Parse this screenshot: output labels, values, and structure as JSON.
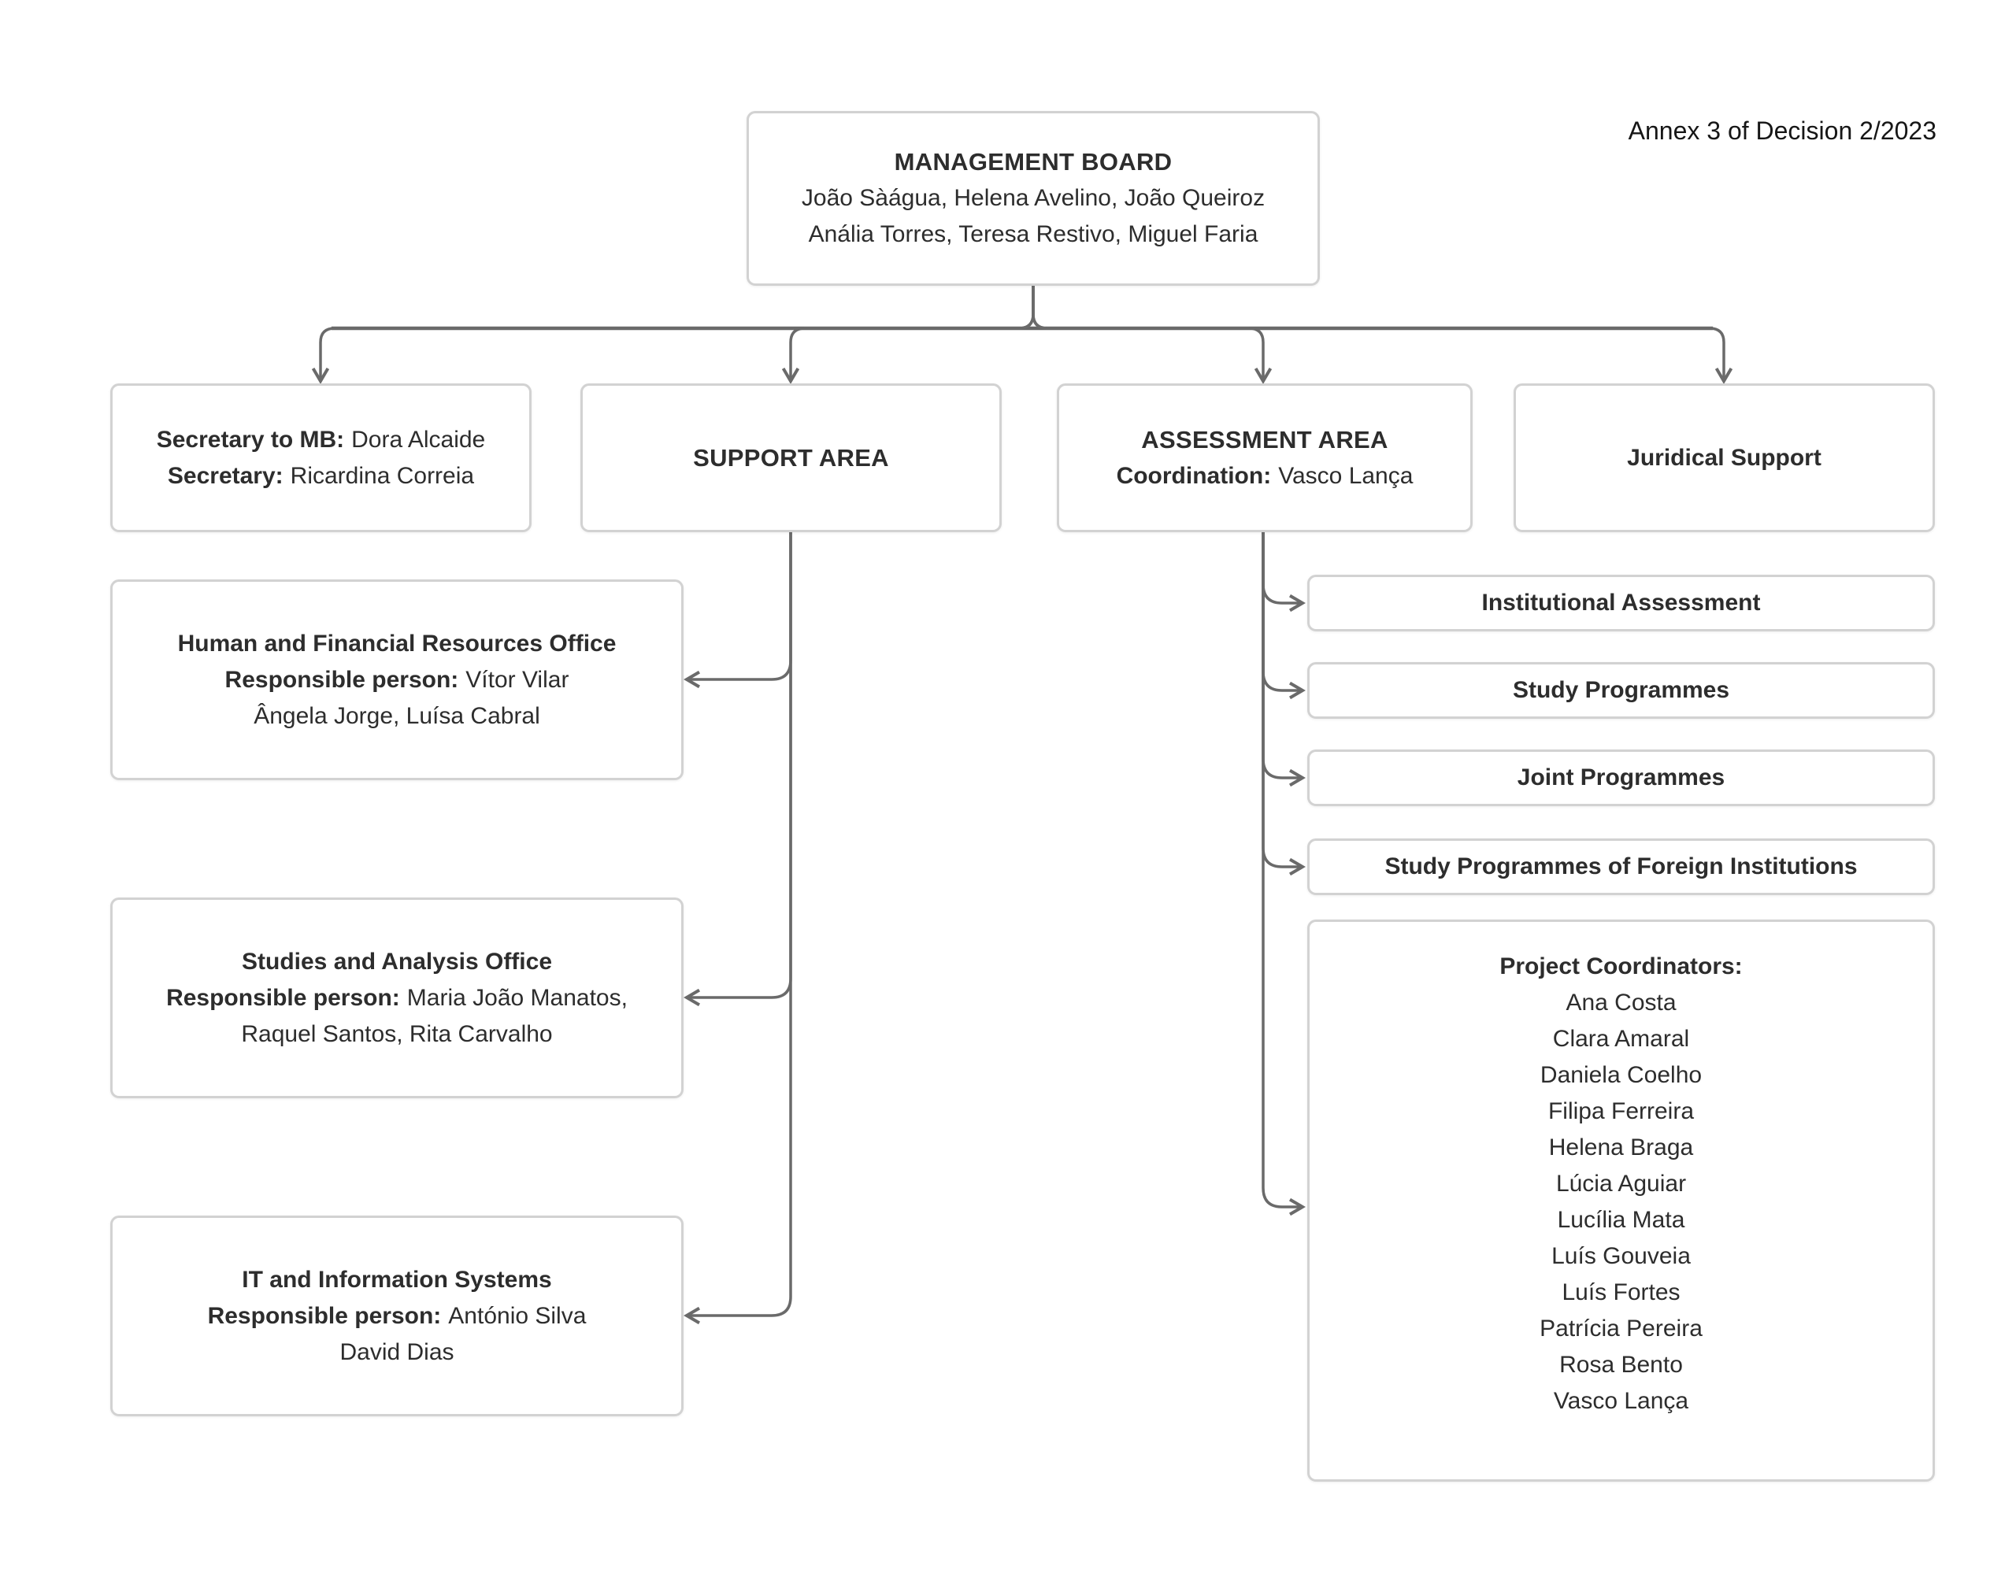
{
  "annex_note": "Annex 3 of Decision 2/2023",
  "colors": {
    "edge": "#6a6a6a",
    "box_border": "#d2d2d2",
    "text": "#2d2d2d",
    "background": "#ffffff"
  },
  "nodes": {
    "management_board": {
      "title": "MANAGEMENT BOARD",
      "line1": "João Sàágua, Helena Avelino, João Queiroz",
      "line2": "Anália Torres, Teresa Restivo, Miguel Faria"
    },
    "secretariat": {
      "line1_label": "Secretary to MB:",
      "line1_text": "Dora Alcaide",
      "line2_label": "Secretary:",
      "line2_text": "Ricardina Correia"
    },
    "support_area": {
      "title": "SUPPORT AREA"
    },
    "assessment_area": {
      "title": "ASSESSMENT AREA",
      "line1_label": "Coordination:",
      "line1_text": "Vasco Lança"
    },
    "juridical_support": {
      "title": "Juridical Support"
    },
    "hr_office": {
      "title": "Human and Financial Resources Office",
      "line1_label": "Responsible person:",
      "line1_text": "Vítor Vilar",
      "line2": "Ângela Jorge, Luísa Cabral"
    },
    "studies_office": {
      "title": "Studies and Analysis Office",
      "line1_label": "Responsible person:",
      "line1_text": "Maria João Manatos,",
      "line2": "Raquel Santos, Rita Carvalho"
    },
    "it_office": {
      "title": "IT and Information Systems",
      "line1_label": "Responsible person:",
      "line1_text": "António Silva",
      "line2": "David Dias"
    },
    "institutional_assessment": {
      "title": "Institutional Assessment"
    },
    "study_programmes": {
      "title": "Study Programmes"
    },
    "joint_programmes": {
      "title": "Joint Programmes"
    },
    "foreign_programmes": {
      "title": "Study Programmes of Foreign Institutions"
    },
    "project_coordinators": {
      "title": "Project Coordinators:",
      "names": [
        "Ana Costa",
        "Clara Amaral",
        "Daniela Coelho",
        "Filipa Ferreira",
        "Helena Braga",
        "Lúcia Aguiar",
        "Lucília Mata",
        "Luís Gouveia",
        "Luís Fortes",
        "Patrícia Pereira",
        "Rosa Bento",
        "Vasco Lança"
      ]
    }
  }
}
